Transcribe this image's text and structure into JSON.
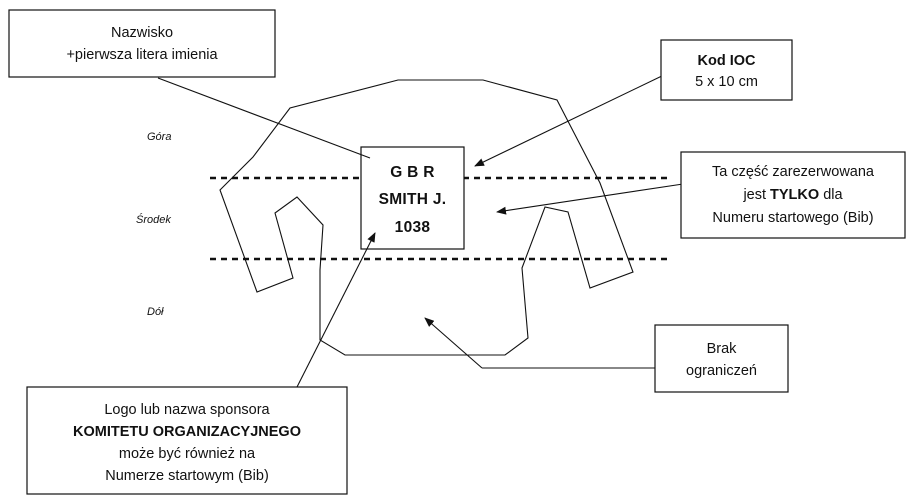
{
  "zones": {
    "top": "Góra",
    "middle": "Środek",
    "bottom": "Dół"
  },
  "bib": {
    "country": "G B R",
    "name": "SMITH J.",
    "number": "1038"
  },
  "callouts": {
    "name": {
      "line1": "Nazwisko",
      "line2": "+pierwsza litera imienia"
    },
    "ioc": {
      "line1": "Kod IOC",
      "line2": "5 x 10 cm"
    },
    "reserved": {
      "line1": "Ta część zarezerwowana",
      "line2_pre": "jest ",
      "line2_bold": "TYLKO",
      "line2_post": " dla",
      "line3": "Numeru startowego (Bib)"
    },
    "free": {
      "line1": "Brak",
      "line2": "ograniczeń"
    },
    "sponsor": {
      "line1": "Logo lub nazwa sponsora",
      "line2": "KOMITETU ORGANIZACYJNEGO",
      "line3": "może być również na",
      "line4": "Numerze startowym (Bib)"
    }
  }
}
